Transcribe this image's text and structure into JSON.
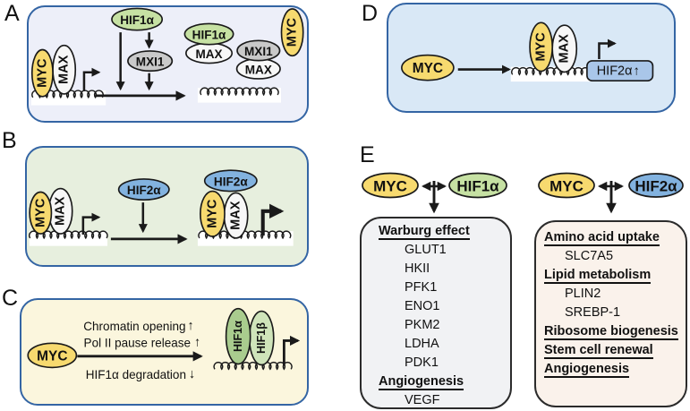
{
  "panel_labels": {
    "a": "A",
    "b": "B",
    "c": "C",
    "d": "D",
    "e": "E"
  },
  "proteins": {
    "myc": "MYC",
    "max": "MAX",
    "hif1a": "HIF1α",
    "hif1b": "HIF1β",
    "hif2a": "HIF2α",
    "mxi1": "MXI1"
  },
  "panel_c": {
    "effect1": "Chromatin opening",
    "effect1_arrow": "↑",
    "effect2": "Pol II pause release",
    "effect2_arrow": "↑",
    "effect3": "HIF1α degradation",
    "effect3_arrow": "↓"
  },
  "panel_d": {
    "induced_gene": "HIF2α",
    "up_arrow": "↑"
  },
  "panel_e": {
    "left_box": {
      "rows": [
        {
          "type": "header",
          "text": "Warburg effect"
        },
        {
          "type": "item",
          "text": "GLUT1"
        },
        {
          "type": "item",
          "text": "HKII"
        },
        {
          "type": "item",
          "text": "PFK1"
        },
        {
          "type": "item",
          "text": "ENO1"
        },
        {
          "type": "item",
          "text": "PKM2"
        },
        {
          "type": "item",
          "text": "LDHA"
        },
        {
          "type": "item",
          "text": "PDK1"
        },
        {
          "type": "header",
          "text": "Angiogenesis"
        },
        {
          "type": "item",
          "text": "VEGF"
        }
      ]
    },
    "right_box": {
      "rows": [
        {
          "type": "header",
          "text": "Amino acid uptake"
        },
        {
          "type": "item",
          "text": "SLC7A5"
        },
        {
          "type": "header",
          "text": "Lipid metabolism"
        },
        {
          "type": "item",
          "text": "PLIN2"
        },
        {
          "type": "item",
          "text": "SREBP-1"
        },
        {
          "type": "header",
          "text": "Ribosome biogenesis"
        },
        {
          "type": "header",
          "text": "Stem cell renewal"
        },
        {
          "type": "header",
          "text": "Angiogenesis"
        }
      ]
    }
  },
  "colors": {
    "myc_fill": "#F7DA6F",
    "max_fill": "#F7F7F7",
    "hif1a_fill": "#C6E1A3",
    "hif1a_dark_fill": "#A9CC8E",
    "hif1b_fill": "#CFE4BA",
    "hif2a_fill": "#82B2DF",
    "mxi1_fill": "#C9C9C9",
    "hif2a_box_fill": "#A9C6E9",
    "panel_border": "#3465A4",
    "panel_a_bg": "#EDEFF9",
    "panel_b_bg": "#E7EFDE",
    "panel_c_bg": "#FBF6DD",
    "panel_d_bg": "#D9E8F6",
    "warburg_box_bg": "#F1F2F4",
    "hif2a_targets_box_bg": "#FAF2EB"
  }
}
